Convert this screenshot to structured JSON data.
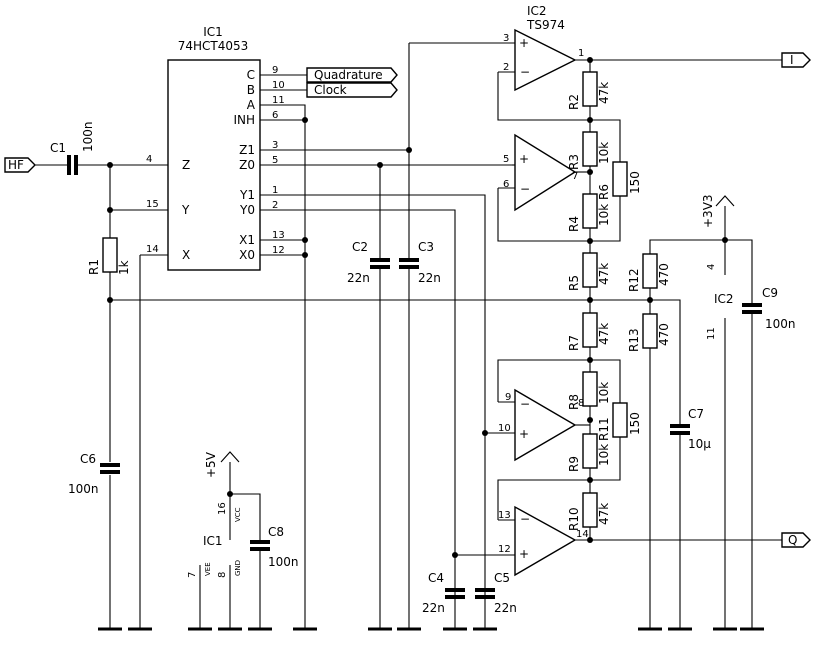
{
  "ic1": {
    "ref": "IC1",
    "part": "74HCT4053",
    "pins_right": [
      {
        "name": "C",
        "num": "9"
      },
      {
        "name": "B",
        "num": "10"
      },
      {
        "name": "A",
        "num": "11"
      },
      {
        "name": "INH",
        "num": "6"
      },
      {
        "name": "Z1",
        "num": "3"
      },
      {
        "name": "Z0",
        "num": "5"
      },
      {
        "name": "Y1",
        "num": "1"
      },
      {
        "name": "Y0",
        "num": "2"
      },
      {
        "name": "X1",
        "num": "13"
      },
      {
        "name": "X0",
        "num": "12"
      }
    ],
    "pins_left": [
      {
        "name": "Z",
        "num": "4"
      },
      {
        "name": "Y",
        "num": "15"
      },
      {
        "name": "X",
        "num": "14"
      }
    ]
  },
  "ic2": {
    "ref": "IC2",
    "part": "TS974"
  },
  "ports": {
    "hf": "HF",
    "quadrature": "Quadrature",
    "clock": "Clock",
    "i_out": "I",
    "q_out": "Q"
  },
  "opamp_pins": {
    "a": {
      "plus": "3",
      "minus": "2",
      "out": "1"
    },
    "b": {
      "plus": "5",
      "minus": "6",
      "out": "7"
    },
    "c": {
      "minus": "9",
      "plus": "10",
      "out": "8"
    },
    "d": {
      "minus": "13",
      "plus": "12",
      "out": "14"
    }
  },
  "components": {
    "c1": {
      "ref": "C1",
      "value": "100n"
    },
    "r1": {
      "ref": "R1",
      "value": "1k"
    },
    "c2": {
      "ref": "C2",
      "value": "22n"
    },
    "c3": {
      "ref": "C3",
      "value": "22n"
    },
    "c4": {
      "ref": "C4",
      "value": "22n"
    },
    "c5": {
      "ref": "C5",
      "value": "22n"
    },
    "c6": {
      "ref": "C6",
      "value": "100n"
    },
    "c7": {
      "ref": "C7",
      "value": "10µ"
    },
    "c8": {
      "ref": "C8",
      "value": "100n"
    },
    "c9": {
      "ref": "C9",
      "value": "100n"
    },
    "r2": {
      "ref": "R2",
      "value": "47k"
    },
    "r3": {
      "ref": "R3",
      "value": "10k"
    },
    "r4": {
      "ref": "R4",
      "value": "10k"
    },
    "r5": {
      "ref": "R5",
      "value": "47k"
    },
    "r6": {
      "ref": "R6",
      "value": "150"
    },
    "r7": {
      "ref": "R7",
      "value": "47k"
    },
    "r8": {
      "ref": "R8",
      "value": "10k"
    },
    "r9": {
      "ref": "R9",
      "value": "10k"
    },
    "r10": {
      "ref": "R10",
      "value": "47k"
    },
    "r11": {
      "ref": "R11",
      "value": "150"
    },
    "r12": {
      "ref": "R12",
      "value": "470"
    },
    "r13": {
      "ref": "R13",
      "value": "470"
    }
  },
  "power": {
    "ic1_ref": "IC1",
    "vcc_rail": "+5V",
    "vcc": "VCC",
    "vee": "VEE",
    "gnd": "GND",
    "vcc_pin": "16",
    "vee_pin": "7",
    "gnd_pin": "8",
    "ic2_ref": "IC2",
    "ic2_rail": "+3V3",
    "ic2_vpin": "4",
    "ic2_gpin": "11"
  }
}
